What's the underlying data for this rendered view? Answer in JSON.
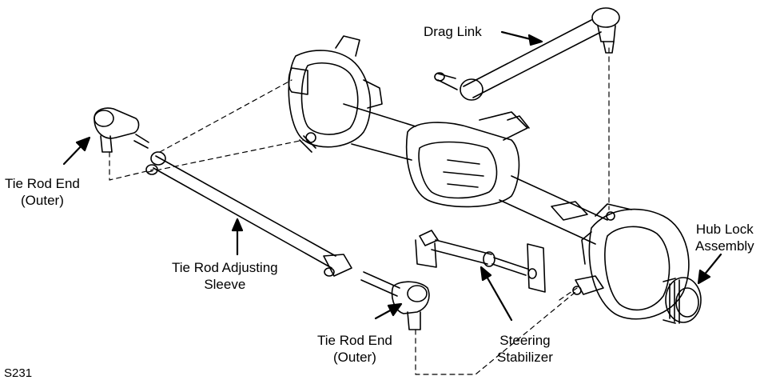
{
  "figure_id": "S231",
  "labels": {
    "drag_link": "Drag Link",
    "tie_rod_end_left": [
      "Tie Rod End",
      "(Outer)"
    ],
    "tie_rod_adjusting_sleeve": [
      "Tie Rod Adjusting",
      "Sleeve"
    ],
    "tie_rod_end_right": [
      "Tie Rod End",
      "(Outer)"
    ],
    "steering_stabilizer": [
      "Steering",
      "Stabilizer"
    ],
    "hub_lock_assembly": [
      "Hub Lock",
      "Assembly"
    ]
  },
  "colors": {
    "ink": "#000000",
    "paper": "#ffffff"
  }
}
